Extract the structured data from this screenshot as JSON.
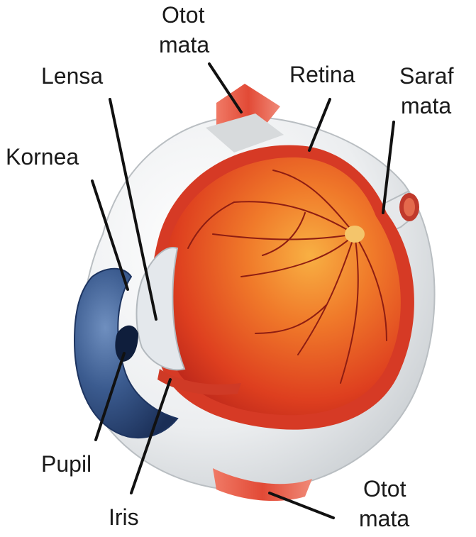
{
  "labels": {
    "otot_top_line1": "Otot",
    "otot_top_line2": "mata",
    "lensa": "Lensa",
    "retina": "Retina",
    "saraf_line1": "Saraf",
    "saraf_line2": "mata",
    "kornea": "Kornea",
    "pupil": "Pupil",
    "iris": "Iris",
    "otot_bottom_line1": "Otot",
    "otot_bottom_line2": "mata"
  },
  "colors": {
    "sclera": "#eef0f1",
    "sclera_shade": "#c9cdd0",
    "choroid": "#d9482c",
    "retina_light": "#f6a23a",
    "retina_mid": "#ea5a22",
    "retina_dark": "#c7281a",
    "vessel": "#8e1d12",
    "cornea": "#2c4a7a",
    "cornea_dark": "#1d3460",
    "muscle": "#e4553f",
    "leader": "#111111"
  }
}
